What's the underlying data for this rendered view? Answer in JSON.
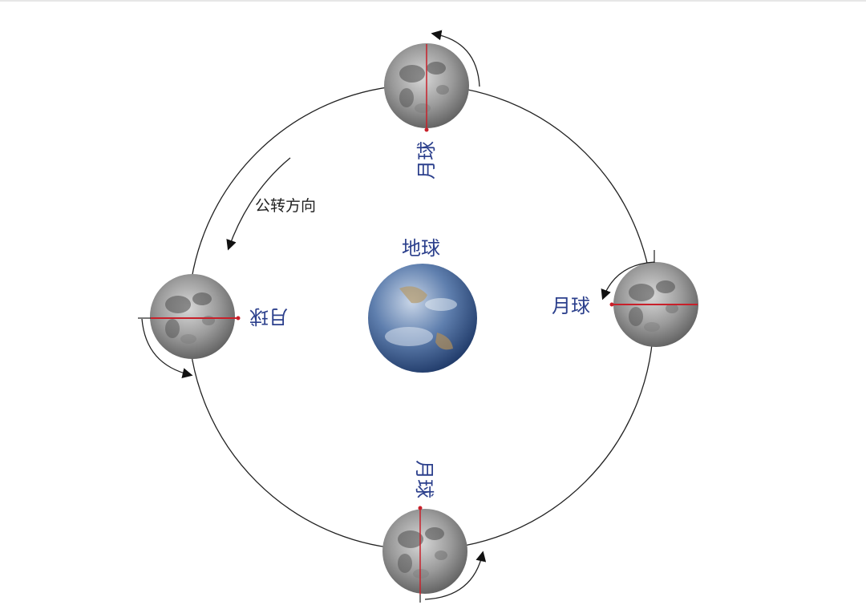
{
  "earth": {
    "label": "地球"
  },
  "moons": [
    {
      "position": "top",
      "label": "月球"
    },
    {
      "position": "left",
      "label": "月球"
    },
    {
      "position": "right",
      "label": "月球"
    },
    {
      "position": "bottom",
      "label": "月球"
    }
  ],
  "orbit": {
    "direction_label": "公转方向"
  },
  "colors": {
    "label": "#2b3f8c",
    "axis": "#c8202a",
    "orbit": "#222222"
  }
}
